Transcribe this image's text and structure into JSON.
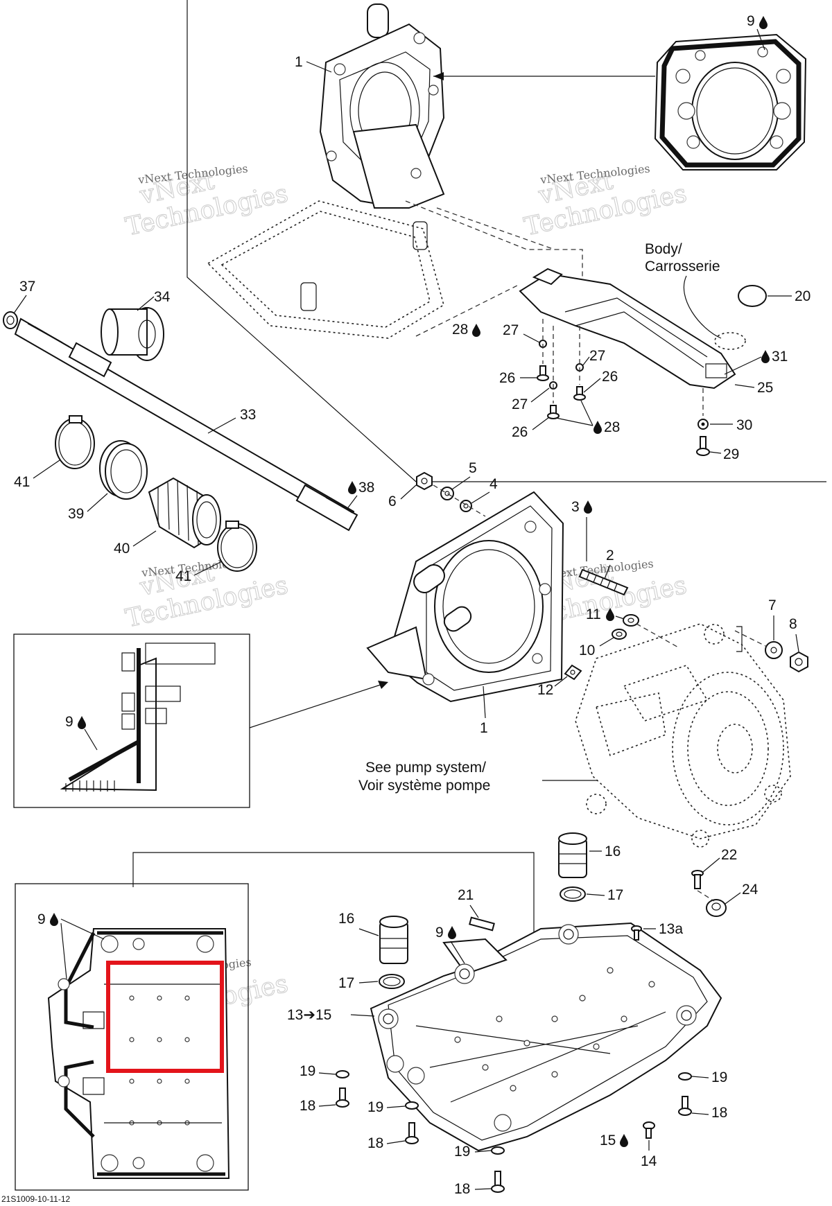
{
  "sheet": {
    "drawing_code": "21S1009-10-11-12",
    "watermark": {
      "line1": "vNext",
      "line2": "Technologies",
      "small": "vNext Technologies"
    },
    "notes": {
      "body": [
        "Body/",
        "Carrosserie"
      ],
      "pump": [
        "See pump system/",
        "Voir système pompe"
      ]
    },
    "glue_icon": "drop-icon",
    "highlight_color": "#e3141b",
    "labels": {
      "p1_top": "1",
      "p9_top": "9",
      "p37": "37",
      "p34": "34",
      "p33": "33",
      "p41a": "41",
      "p39": "39",
      "p40": "40",
      "p41b": "41",
      "p38": "38",
      "p6": "6",
      "p5": "5",
      "p4": "4",
      "p3": "3",
      "p2": "2",
      "p28a": "28",
      "p27a": "27",
      "p26a": "26",
      "p27b": "27",
      "p26b": "26",
      "p27c": "27",
      "p26c": "26",
      "p28b": "28",
      "p20": "20",
      "p31": "31",
      "p25": "25",
      "p30": "30",
      "p29": "29",
      "p7": "7",
      "p8": "8",
      "p11": "11",
      "p10": "10",
      "p12": "12",
      "p1_mid": "1",
      "p9_inset": "9",
      "p16a": "16",
      "p17a": "17",
      "p22": "22",
      "p24": "24",
      "p21": "21",
      "p16b": "16",
      "p9_plate": "9",
      "p13a": "13a",
      "p17b": "17",
      "p13_15": "13➔15",
      "p19a": "19",
      "p18a": "18",
      "p19b": "19",
      "p18b": "18",
      "p19c": "19",
      "p18c": "18",
      "p19d": "19",
      "p18d": "18",
      "p15": "15",
      "p14": "14",
      "p9_lower": "9"
    }
  }
}
